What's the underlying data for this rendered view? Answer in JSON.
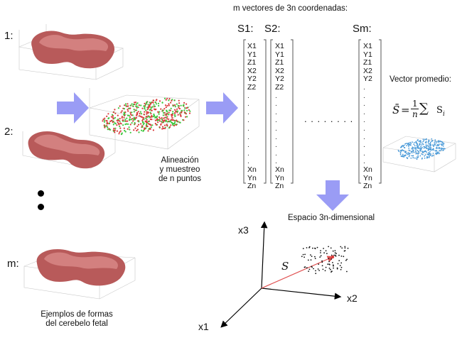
{
  "samples": [
    {
      "label": "1:"
    },
    {
      "label": "2:"
    },
    {
      "label": "m:"
    }
  ],
  "ellipsis_dots": "•\n•",
  "examples_caption": [
    "Ejemplos de formas",
    "del cerebelo fetal"
  ],
  "alignment_caption": [
    "Alineación",
    "y muestreo",
    "de n puntos"
  ],
  "vectors_title": "m  vectores de 3n coordenadas:",
  "vector_headers": [
    "S1:",
    "S2:",
    "Sm:"
  ],
  "vector_entries": {
    "s1": [
      "X1",
      "Y1",
      "Z1",
      "X2",
      "Y2",
      "Z2",
      ".",
      ".",
      ".",
      ".",
      ".",
      ".",
      ".",
      ".",
      ".",
      "Xn",
      "Yn",
      "Zn"
    ],
    "s2": [
      "X1",
      "Y1",
      "Z1",
      "X2",
      "Y2",
      "Z2",
      ".",
      ".",
      ".",
      ".",
      ".",
      ".",
      ".",
      ".",
      ".",
      "Xn",
      "Yn",
      "Zn"
    ],
    "sm": [
      "X1",
      "Y1",
      "Z1",
      "X2",
      "Y2",
      ".",
      ".",
      ".",
      ".",
      ".",
      ".",
      ".",
      ".",
      ".",
      ".",
      "Xn",
      "Yn",
      "Zn"
    ]
  },
  "between_dots": ". . . . . . . .",
  "mean_vector_label": "Vector promedio:",
  "formula": {
    "lhs": "S̄",
    "eq": "=",
    "num": "1",
    "den": "n",
    "sum": "∑",
    "term": "S"
  },
  "term_subscript": "i",
  "space_label": "Espacio 3n-dimensional",
  "axes": {
    "x1": "x1",
    "x2": "x2",
    "x3": "x3",
    "vector": "S"
  },
  "colors": {
    "arrow": "#9a9cf5",
    "shape": "#b85a5a",
    "shape_light": "#d98a88",
    "scatter_red": "#d93a3a",
    "scatter_green": "#3cc83c",
    "mean_blue": "#4a9ad8",
    "axis_vector": "#e05050"
  }
}
